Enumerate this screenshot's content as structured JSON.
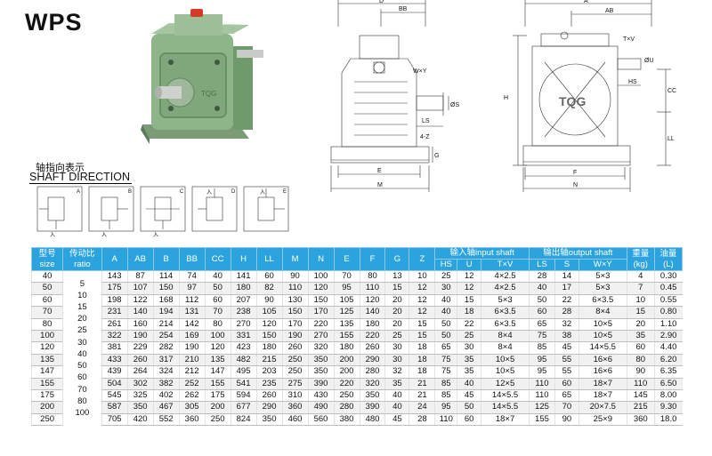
{
  "page": {
    "title": "WPS",
    "photo_brand": "TQG",
    "shaft_direction_cn": "轴指向表示",
    "shaft_direction_en": "SHAFT DIRECTION"
  },
  "directions": [
    {
      "letter": "A",
      "cn": "入"
    },
    {
      "letter": "B",
      "cn": "入"
    },
    {
      "letter": "C",
      "cn": "入"
    },
    {
      "letter": "D",
      "cn": "入"
    },
    {
      "letter": "E",
      "cn": "入"
    }
  ],
  "front_drawing": {
    "labels": {
      "D": "D",
      "BB": "BB",
      "WY": "W×Y",
      "S": "ØS",
      "LS": "LS",
      "Z": "4-Z",
      "G": "G",
      "E": "E",
      "M": "M"
    }
  },
  "side_drawing": {
    "brand": "TQG",
    "labels": {
      "A": "A",
      "AB": "AB",
      "TV": "T×V",
      "U": "ØU",
      "HS": "HS",
      "CC": "CC",
      "H": "H",
      "LL": "LL",
      "F": "F",
      "N": "N"
    }
  },
  "table": {
    "headers": {
      "size_cn": "型号",
      "size_en": "size",
      "ratio_cn": "传动比",
      "ratio_en": "ratio",
      "dims": [
        "A",
        "AB",
        "B",
        "BB",
        "CC",
        "H",
        "LL",
        "M",
        "N",
        "E",
        "F",
        "G",
        "Z"
      ],
      "input_group": "输入轴input shaft",
      "input_cols": [
        "HS",
        "U",
        "T×V"
      ],
      "output_group": "输出轴output shaft",
      "output_cols": [
        "LS",
        "S",
        "W×Y"
      ],
      "weight_cn": "重量",
      "weight_unit": "(kg)",
      "oil_cn": "油量",
      "oil_unit": "(L)"
    },
    "ratios": [
      "5",
      "10",
      "15",
      "20",
      "25",
      "30",
      "40",
      "50",
      "60",
      "70",
      "80",
      "100"
    ],
    "rows": [
      [
        "40",
        "143",
        "87",
        "114",
        "74",
        "40",
        "141",
        "60",
        "90",
        "100",
        "70",
        "80",
        "13",
        "10",
        "25",
        "12",
        "4×2.5",
        "28",
        "14",
        "5×3",
        "4",
        "0.30"
      ],
      [
        "50",
        "175",
        "107",
        "150",
        "97",
        "50",
        "180",
        "82",
        "110",
        "120",
        "95",
        "110",
        "15",
        "12",
        "30",
        "12",
        "4×2.5",
        "40",
        "17",
        "5×3",
        "7",
        "0.45"
      ],
      [
        "60",
        "198",
        "122",
        "168",
        "112",
        "60",
        "207",
        "90",
        "130",
        "150",
        "105",
        "120",
        "20",
        "12",
        "40",
        "15",
        "5×3",
        "50",
        "22",
        "6×3.5",
        "10",
        "0.55"
      ],
      [
        "70",
        "231",
        "140",
        "194",
        "131",
        "70",
        "238",
        "105",
        "150",
        "170",
        "125",
        "140",
        "20",
        "12",
        "40",
        "18",
        "6×3.5",
        "60",
        "28",
        "8×4",
        "15",
        "0.80"
      ],
      [
        "80",
        "261",
        "160",
        "214",
        "142",
        "80",
        "270",
        "120",
        "170",
        "220",
        "135",
        "180",
        "20",
        "15",
        "50",
        "22",
        "6×3.5",
        "65",
        "32",
        "10×5",
        "20",
        "1.10"
      ],
      [
        "100",
        "322",
        "190",
        "254",
        "169",
        "100",
        "331",
        "150",
        "190",
        "270",
        "155",
        "220",
        "25",
        "15",
        "50",
        "25",
        "8×4",
        "75",
        "38",
        "10×5",
        "35",
        "2.90"
      ],
      [
        "120",
        "381",
        "229",
        "282",
        "190",
        "120",
        "423",
        "180",
        "260",
        "320",
        "180",
        "260",
        "30",
        "18",
        "65",
        "30",
        "8×4",
        "85",
        "45",
        "14×5.5",
        "60",
        "4.40"
      ],
      [
        "135",
        "433",
        "260",
        "317",
        "210",
        "135",
        "482",
        "215",
        "250",
        "350",
        "200",
        "290",
        "30",
        "18",
        "75",
        "35",
        "10×5",
        "95",
        "55",
        "16×6",
        "80",
        "6.20"
      ],
      [
        "147",
        "439",
        "264",
        "324",
        "212",
        "147",
        "495",
        "203",
        "250",
        "350",
        "200",
        "280",
        "32",
        "18",
        "75",
        "35",
        "10×5",
        "95",
        "55",
        "16×6",
        "90",
        "6.35"
      ],
      [
        "155",
        "504",
        "302",
        "382",
        "252",
        "155",
        "541",
        "235",
        "275",
        "390",
        "220",
        "320",
        "35",
        "21",
        "85",
        "40",
        "12×5",
        "110",
        "60",
        "18×7",
        "110",
        "6.50"
      ],
      [
        "175",
        "545",
        "325",
        "402",
        "262",
        "175",
        "594",
        "260",
        "310",
        "430",
        "250",
        "350",
        "40",
        "21",
        "85",
        "45",
        "14×5.5",
        "110",
        "65",
        "18×7",
        "145",
        "8.00"
      ],
      [
        "200",
        "587",
        "350",
        "467",
        "305",
        "200",
        "677",
        "290",
        "360",
        "490",
        "280",
        "390",
        "40",
        "24",
        "95",
        "50",
        "14×5.5",
        "125",
        "70",
        "20×7.5",
        "215",
        "9.30"
      ],
      [
        "250",
        "705",
        "420",
        "552",
        "360",
        "250",
        "824",
        "350",
        "460",
        "560",
        "380",
        "480",
        "45",
        "28",
        "110",
        "60",
        "18×7",
        "155",
        "90",
        "25×9",
        "360",
        "18.0"
      ]
    ]
  }
}
